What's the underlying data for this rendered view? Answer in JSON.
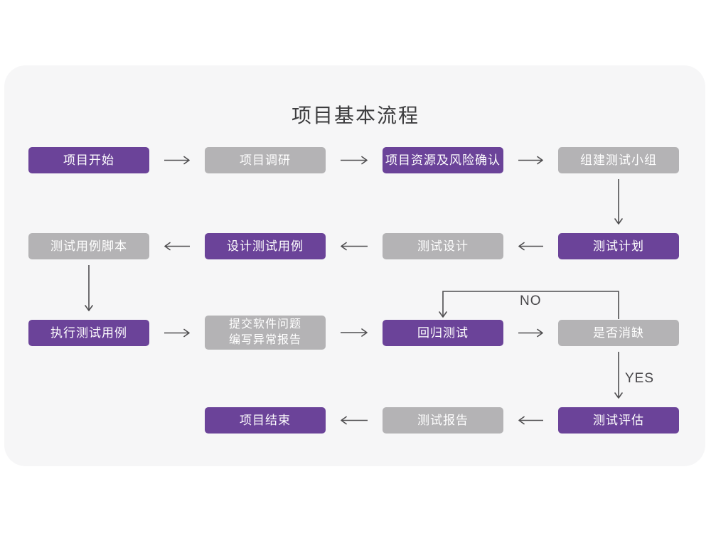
{
  "title": "项目基本流程",
  "colors": {
    "purple": "#6b4399",
    "gray": "#b4b3b5",
    "arrow": "#4f4e50",
    "panel_background": "#f6f6f7",
    "page_background": "#ffffff",
    "box_text": "#ffffff",
    "title_text": "#3d3d3f"
  },
  "flowchart": {
    "nodes": [
      {
        "id": "start",
        "label": "项目开始",
        "variant": "purple",
        "row": 0,
        "col": 0
      },
      {
        "id": "research",
        "label": "项目调研",
        "variant": "gray",
        "row": 0,
        "col": 1
      },
      {
        "id": "resources",
        "label": "项目资源及风险确认",
        "variant": "purple",
        "row": 0,
        "col": 2
      },
      {
        "id": "team",
        "label": "组建测试小组",
        "variant": "gray",
        "row": 0,
        "col": 3
      },
      {
        "id": "plan",
        "label": "测试计划",
        "variant": "purple",
        "row": 1,
        "col": 3
      },
      {
        "id": "design",
        "label": "测试设计",
        "variant": "gray",
        "row": 1,
        "col": 2
      },
      {
        "id": "case_design",
        "label": "设计测试用例",
        "variant": "purple",
        "row": 1,
        "col": 1
      },
      {
        "id": "script",
        "label": "测试用例脚本",
        "variant": "gray",
        "row": 1,
        "col": 0
      },
      {
        "id": "execute",
        "label": "执行测试用例",
        "variant": "purple",
        "row": 2,
        "col": 0
      },
      {
        "id": "submit",
        "label": "提交软件问题",
        "label2": "编写异常报告",
        "variant": "gray",
        "row": 2,
        "col": 1,
        "tall": true
      },
      {
        "id": "regression",
        "label": "回归测试",
        "variant": "purple",
        "row": 2,
        "col": 2
      },
      {
        "id": "defect",
        "label": "是否消缺",
        "variant": "gray",
        "row": 2,
        "col": 3
      },
      {
        "id": "evaluate",
        "label": "测试评估",
        "variant": "purple",
        "row": 3,
        "col": 3
      },
      {
        "id": "report",
        "label": "测试报告",
        "variant": "gray",
        "row": 3,
        "col": 2
      },
      {
        "id": "end",
        "label": "项目结束",
        "variant": "purple",
        "row": 3,
        "col": 1
      }
    ],
    "edges": [
      {
        "from": "start",
        "to": "research",
        "type": "h"
      },
      {
        "from": "research",
        "to": "resources",
        "type": "h"
      },
      {
        "from": "resources",
        "to": "team",
        "type": "h"
      },
      {
        "from": "team",
        "to": "plan",
        "type": "v"
      },
      {
        "from": "plan",
        "to": "design",
        "type": "h"
      },
      {
        "from": "design",
        "to": "case_design",
        "type": "h"
      },
      {
        "from": "case_design",
        "to": "script",
        "type": "h"
      },
      {
        "from": "script",
        "to": "execute",
        "type": "v"
      },
      {
        "from": "execute",
        "to": "submit",
        "type": "h"
      },
      {
        "from": "submit",
        "to": "regression",
        "type": "h"
      },
      {
        "from": "regression",
        "to": "defect",
        "type": "h"
      },
      {
        "from": "defect",
        "to": "regression",
        "type": "loop",
        "label": "NO"
      },
      {
        "from": "defect",
        "to": "evaluate",
        "type": "v",
        "label": "YES"
      },
      {
        "from": "evaluate",
        "to": "report",
        "type": "h"
      },
      {
        "from": "report",
        "to": "end",
        "type": "h"
      }
    ],
    "decision_labels": {
      "no": "NO",
      "yes": "YES"
    }
  }
}
